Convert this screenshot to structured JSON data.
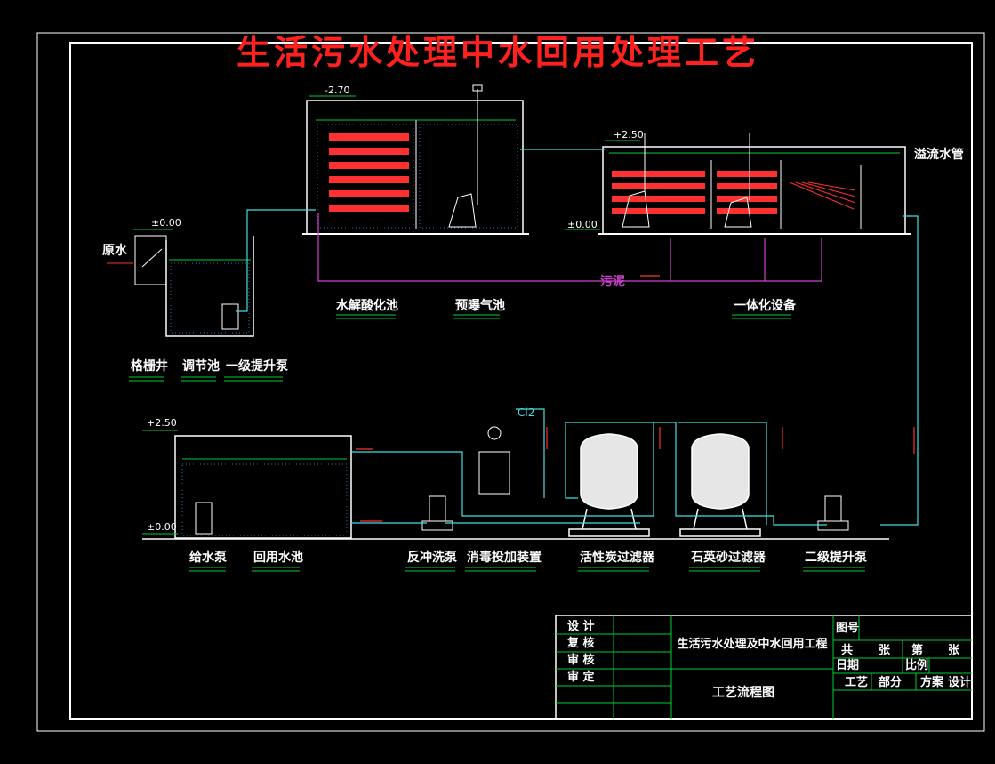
{
  "title": "生活污水处理中水回用处理工艺",
  "elevations": {
    "hydrolysis_top": "-2.70",
    "grille_top": "±0.00",
    "integrated_top": "+2.50",
    "integrated_base": "±0.00",
    "reuse_top": "+2.50",
    "reuse_base": "±0.00"
  },
  "labels": {
    "raw_water": "原水",
    "hydrolysis": "水解酸化池",
    "pre_aeration": "预曝气池",
    "integrated": "一体化设备",
    "overflow": "溢流水管",
    "sludge": "污泥",
    "grille_well": "格栅井",
    "regulating": "调节池",
    "lift_pump_1": "一级提升泵",
    "supply_pump": "给水泵",
    "reuse_tank": "回用水池",
    "backwash_pump": "反冲洗泵",
    "disinfect": "消毒投加装置",
    "carbon_filter": "活性炭过滤器",
    "sand_filter": "石英砂过滤器",
    "lift_pump_2": "二级提升泵",
    "cl2": "Cl2"
  },
  "title_block": {
    "design": "设 计",
    "review": "复 核",
    "audit": "审 核",
    "approve": "审 定",
    "project": "生活污水处理及中水回用工程",
    "drawing": "工艺流程图",
    "drawing_no": "图号",
    "total": "共",
    "sheets": "张",
    "no": "第",
    "sheet": "张",
    "date": "日期",
    "scale": "比例",
    "craft": "工艺",
    "part": "部分",
    "scheme": "方案",
    "design2": "设计"
  },
  "colors": {
    "frame": "#ffffff",
    "title": "#ff2020",
    "pipe": "#40e0e0",
    "sludge_line": "#d040d0",
    "water": "#00cc33",
    "label_underline": "#00cc33",
    "dots": "#3070c0"
  }
}
